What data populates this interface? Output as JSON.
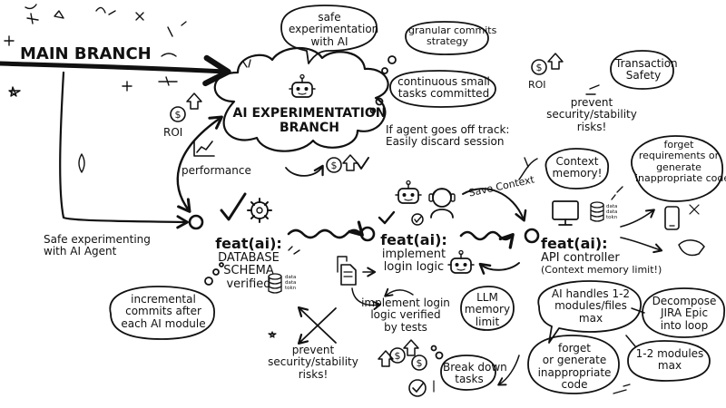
{
  "colors": {
    "ink": "#111111",
    "paper": "#ffffff"
  },
  "main_branch": {
    "label": "MAIN BRANCH"
  },
  "ai_branch": {
    "label_line1": "AI EXPERIMENTATION",
    "label_line2": "BRANCH",
    "roi_label": "ROI",
    "performance_label": "performance",
    "off_track_line1": "If agent goes off track:",
    "off_track_line2": "Easily discard session",
    "icons": [
      "robot-icon",
      "coin-icon",
      "up-arrow-icon",
      "chart-icon",
      "check-icon"
    ]
  },
  "bubbles": {
    "safe_exp_line1": "safe",
    "safe_exp_line2": "experimentation",
    "safe_exp_line3": "with AI",
    "granular_line1": "granular commits",
    "granular_line2": "strategy",
    "continuous_line1": "continuous small",
    "continuous_line2": "tasks committed",
    "transaction_line1": "Transaction",
    "transaction_line2": "Safety",
    "context_memory_line1": "Context",
    "context_memory_line2": "memory!",
    "forget_top_line1": "forget",
    "forget_top_line2": "requirements or",
    "forget_top_line3": "generate",
    "forget_top_line4": "inappropriate code",
    "incremental_line1": "incremental",
    "incremental_line2": "commits after",
    "incremental_line3": "each AI module",
    "llm_line1": "LLM",
    "llm_line2": "memory",
    "llm_line3": "limit",
    "breakdown_line1": "Break down",
    "breakdown_line2": "tasks",
    "ai_handles_line1": "AI handles 1-2",
    "ai_handles_line2": "modules/files",
    "ai_handles_line3": "max",
    "decompose_line1": "Decompose",
    "decompose_line2": "JIRA Epic",
    "decompose_line3": "into loop",
    "forget_bottom_line1": "forget",
    "forget_bottom_line2": "or generate",
    "forget_bottom_line3": "inappropriate",
    "forget_bottom_line4": "code",
    "modules_line1": "1-2 modules",
    "modules_line2": "max"
  },
  "right_top": {
    "roi_label": "ROI",
    "prevent_line1": "prevent",
    "prevent_line2": "security/stability",
    "prevent_line3": "risks!"
  },
  "left": {
    "safe_agent_line1": "Safe experimenting",
    "safe_agent_line2": "with AI Agent"
  },
  "commits": [
    {
      "title": "feat(ai):",
      "line2": "DATABASE",
      "line3": "SCHEMA",
      "line4": "verified"
    },
    {
      "title": "feat(ai):",
      "line2": "implement",
      "line3": "login logic"
    },
    {
      "title": "feat(ai):",
      "line2": "API controller",
      "line3": "(Context memory limit!)"
    }
  ],
  "middle": {
    "save_context": "Save Context",
    "login_verified_line1": "implement login",
    "login_verified_line2": "logic verified",
    "login_verified_line3": "by tests",
    "prevent_line1": "prevent",
    "prevent_line2": "security/stability",
    "prevent_line3": "risks!"
  },
  "db_labels": {
    "line1": "data",
    "line2": "data",
    "line3": "tokn"
  }
}
